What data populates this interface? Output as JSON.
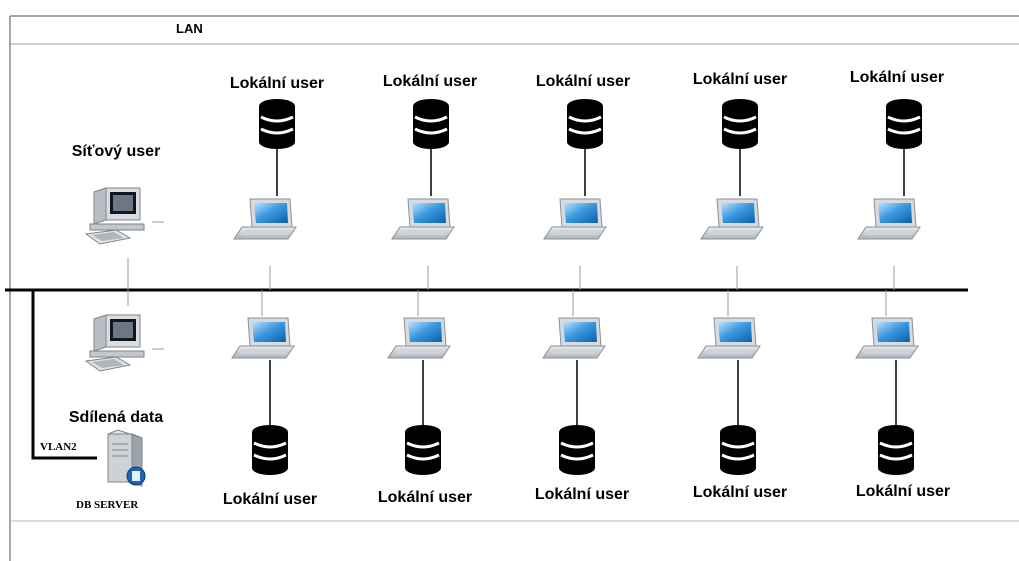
{
  "diagram": {
    "lan_label": "LAN",
    "network_user_label": "Síťový user",
    "shared_data_label": "Sdílená data",
    "vlan_label": "VLAN2",
    "db_server_label": "DB SERVER",
    "top_local_users": [
      "Lokální user",
      "Lokální user",
      "Lokální user",
      "Lokální user",
      "Lokální user"
    ],
    "bottom_local_users": [
      "Lokální user",
      "Lokální user",
      "Lokální user",
      "Lokální user",
      "Lokální user"
    ],
    "icons": {
      "database": "database-icon",
      "laptop": "laptop-icon",
      "desktop": "desktop-computer-icon",
      "server": "db-server-icon"
    },
    "colors": {
      "line": "#000000",
      "thin_line": "#999999",
      "screen_blue": "#2f8fd6",
      "device_grey": "#c8ccd0"
    }
  }
}
